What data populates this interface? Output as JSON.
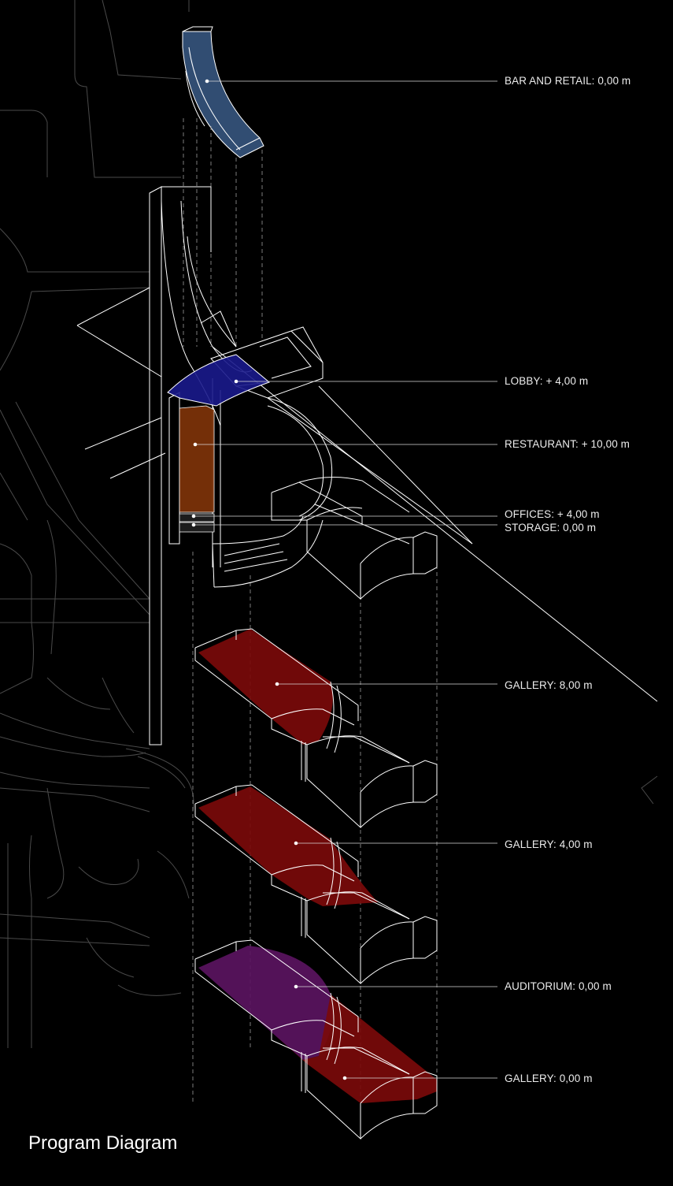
{
  "title": "Program Diagram",
  "colors": {
    "background": "#000000",
    "linework": "#ffffff",
    "bar_and_retail": "#3a5a86",
    "lobby": "#1a1a8c",
    "restaurant": "#7a3208",
    "gallery": "#7a0a0a",
    "auditorium": "#5a1460"
  },
  "labels": {
    "bar_retail": "BAR AND RETAIL: 0,00 m",
    "lobby": "LOBBY: + 4,00 m",
    "restaurant": "RESTAURANT: + 10,00 m",
    "offices": "OFFICES: + 4,00 m",
    "storage": "STORAGE: 0,00 m",
    "gallery_8": "GALLERY: 8,00 m",
    "gallery_4": "GALLERY: 4,00 m",
    "auditorium": "AUDITORIUM: 0,00 m",
    "gallery_0": "GALLERY: 0,00 m"
  }
}
